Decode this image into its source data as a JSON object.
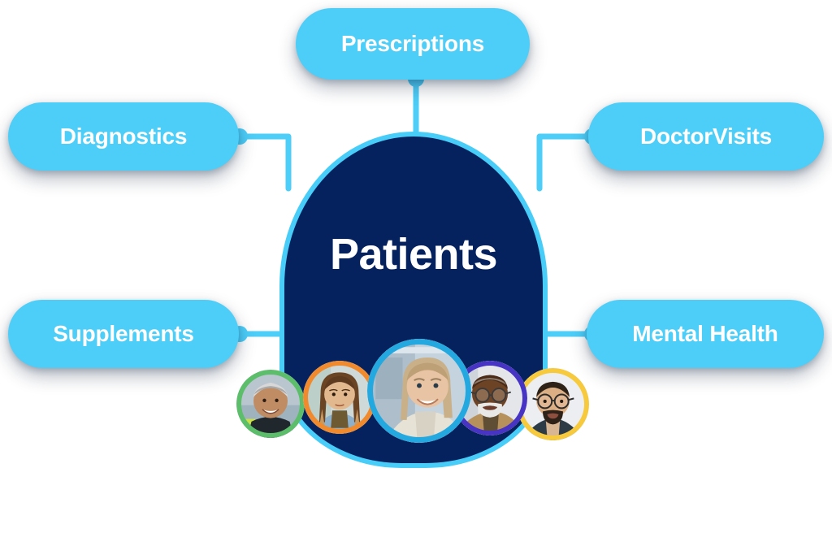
{
  "diagram": {
    "type": "hub-and-spoke",
    "center": {
      "label": "Patients",
      "fill_color": "#05215e",
      "border_color": "#48cdf8",
      "text_color": "#ffffff"
    },
    "node_color": "#4ccef8",
    "node_text_color": "#ffffff",
    "connector_color": "#4ccef8",
    "background_color": "#ffffff",
    "nodes": [
      {
        "id": "prescriptions",
        "label": "Prescriptions",
        "position": "top"
      },
      {
        "id": "diagnostics",
        "label": "Diagnostics",
        "position": "top-left"
      },
      {
        "id": "doctorvisits",
        "label": "DoctorVisits",
        "position": "top-right"
      },
      {
        "id": "supplements",
        "label": "Supplements",
        "position": "bottom-left"
      },
      {
        "id": "mentalhealth",
        "label": "Mental Health",
        "position": "bottom-right"
      }
    ],
    "avatars": [
      {
        "id": "avatar-1",
        "ring_color": "#5cbe6a",
        "description": "smiling older woman with short grey hair"
      },
      {
        "id": "avatar-2",
        "ring_color": "#f08a2c",
        "description": "young woman with long ombre hair in denim jacket"
      },
      {
        "id": "avatar-3",
        "ring_color": "#24a8e0",
        "description": "smiling blonde woman in light blazer"
      },
      {
        "id": "avatar-4",
        "ring_color": "#4733c4",
        "description": "older man with glasses and white beard"
      },
      {
        "id": "avatar-5",
        "ring_color": "#f6ca3c",
        "description": "young man with glasses and beard"
      }
    ]
  }
}
